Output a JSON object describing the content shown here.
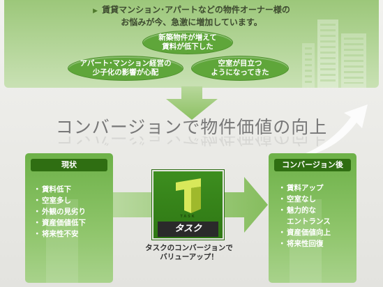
{
  "top": {
    "headline_line1": "賃貸マンション･アパートなどの物件オーナー様の",
    "headline_line2": "お悩みが今、急激に増加しています。",
    "bubbles": [
      "新築物件が増えて\n賃料が低下した",
      "アパート･マンション経営の\n少子化の影響が心配",
      "空室が目立つ\nようになってきた"
    ]
  },
  "title": "コンバージョンで物件価値の向上",
  "left_panel": {
    "heading": "現状",
    "items": [
      "賃料低下",
      "空室多し",
      "外観の見劣り",
      "資産価値低下",
      "将来性不安"
    ]
  },
  "right_panel": {
    "heading": "コンバージョン後",
    "items": [
      "賃料アップ",
      "空室なし",
      "魅力的な\nエントランス",
      "資産価値向上",
      "将来性回復"
    ]
  },
  "logo": {
    "sub": "TASK",
    "name": "タスク"
  },
  "caption": "タスクのコンバージョンで\nバリューアップ！",
  "colors": {
    "green_dark": "#2f6e12",
    "green_mid": "#6db148",
    "green_light": "#a8d28b",
    "text_gray": "#777777"
  }
}
